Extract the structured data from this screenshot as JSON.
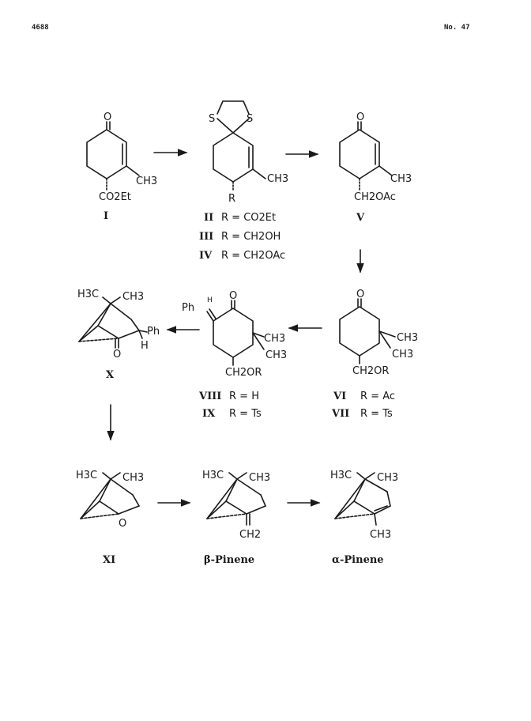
{
  "header": {
    "page_number": "4688",
    "issue": "No. 47"
  },
  "compounds": {
    "c1": {
      "label": "I",
      "ketone": "O",
      "methyl": "CH3",
      "substituent": "CO2Et"
    },
    "c2": {
      "s_left": "S",
      "s_right": "S",
      "methyl": "CH3",
      "r": "R",
      "variants": [
        {
          "label": "II",
          "text": "R = CO2Et"
        },
        {
          "label": "III",
          "text": "R = CH2OH"
        },
        {
          "label": "IV",
          "text": "R = CH2OAc"
        }
      ]
    },
    "c5": {
      "label": "V",
      "ketone": "O",
      "methyl": "CH3",
      "substituent": "CH2OAc"
    },
    "c6": {
      "ketone": "O",
      "methyl1": "CH3",
      "methyl2": "CH3",
      "substituent": "CH2OR",
      "variants": [
        {
          "label": "VI",
          "text": "R = Ac"
        },
        {
          "label": "VII",
          "text": "R = Ts"
        }
      ]
    },
    "c8": {
      "benzylidene": "Ph",
      "h": "H",
      "ketone": "O",
      "methyl1": "CH3",
      "methyl2": "CH3",
      "substituent": "CH2OR",
      "variants": [
        {
          "label": "VIII",
          "text": "R = H"
        },
        {
          "label": "IX",
          "text": "R = Ts"
        }
      ]
    },
    "c10": {
      "label": "X",
      "gem_left": "H3C",
      "gem_right": "CH3",
      "ketone": "O",
      "ph": "Ph",
      "h": "H"
    },
    "c11": {
      "label": "XI",
      "gem_left": "H3C",
      "gem_right": "CH3",
      "ketone": "O"
    },
    "beta": {
      "name": "β-Pinene",
      "gem_left": "H3C",
      "gem_right": "CH3",
      "exo": "CH2"
    },
    "alpha": {
      "name": "α-Pinene",
      "gem_left": "H3C",
      "gem_right": "CH3",
      "methyl": "CH3"
    }
  }
}
